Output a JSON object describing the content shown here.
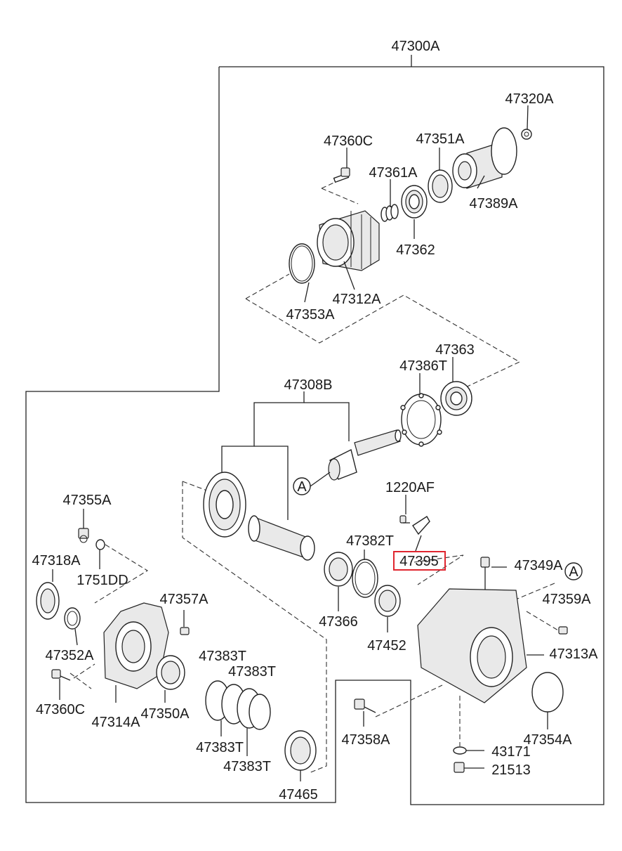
{
  "assembly_label": "47300A",
  "circle_ref": "A",
  "highlight_color": "#e0262f",
  "part_labels": {
    "p47320A": "47320A",
    "p47360C_top": "47360C",
    "p47351A": "47351A",
    "p47361A": "47361A",
    "p47389A": "47389A",
    "p47362": "47362",
    "p47312A": "47312A",
    "p47353A": "47353A",
    "p47363": "47363",
    "p47386T": "47386T",
    "p47308B": "47308B",
    "p1220AF": "1220AF",
    "p47355A": "47355A",
    "p47382T": "47382T",
    "p47395": "47395",
    "p47349A": "47349A",
    "p47318A": "47318A",
    "p1751DD": "1751DD",
    "p47357A": "47357A",
    "p47359A": "47359A",
    "p47366": "47366",
    "p47352A": "47352A",
    "p47452": "47452",
    "p47313A": "47313A",
    "p47383T_a": "47383T",
    "p47383T_b": "47383T",
    "p47360C_bottom": "47360C",
    "p47314A": "47314A",
    "p47350A": "47350A",
    "p47383T_c": "47383T",
    "p47383T_d": "47383T",
    "p47358A": "47358A",
    "p47354A": "47354A",
    "p43171": "43171",
    "p21513": "21513",
    "p47465": "47465"
  }
}
